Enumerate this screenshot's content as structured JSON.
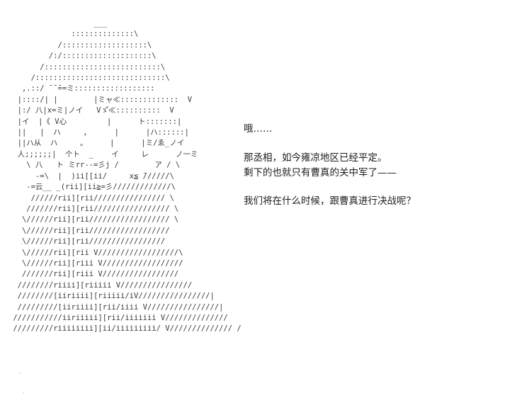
{
  "panel": {
    "kind": "ascii-art-story-panel",
    "background_color": "#ffffff",
    "art_color": "#3a3a3a",
    "text_color": "#1c1c1c"
  },
  "ascii_art": {
    "name": "character-portrait-aa",
    "description": "Shift-JIS style ASCII art of a seated female character in a long dress",
    "content": "                   ___\n              ::::::::::::::\\\n           /:::::::::::::::::::\\\n         /:/::::::::::::::::::::\\\n       /::::::::::::::::::::::::::\\\n     /:::::::::::::::::::::::::::::\\\n   ,.::/ ̄ ̄ ̄==ミ::::::::::::::::::\n  |::::/| |        |ミャ≪:::::::::::::  V\n  |:/ 八|x=ミ|ノイ   Vゞ゚≪::::::::::  V\n  |イ  |《 V心         |      ト:::::::|\n  ||   |  ハ     ,      |      |ハ::::::|\n  ||ハ从  ハ     。     |      |ミ/ゑ_ノイ\n  人;;;;;;|  个ト  _    イ     レ      ノ一ミ\n    \\ 八   ト ミrr‐‐=彡j /        ア / \\\n      ‐=\\  |  )ii[[ii/     x≦ ̄//////\\\n    ‐=云__ _(rii][ii≧=彡/////////////\\\n     //////rii][rii//////////////// \\\n    ///////rii][rii///////////////// \\\n   \\//////rii][rii////////////////// \\\n   \\//////rii][rii//////////////////\n   \\//////rii][rii/////////////////\n   \\//////rii][rii V//////////////////\\\n   \\//////rii][riii V//////////////////\n   ///////rii][riii V/////////////////\n  ////////riiii][riiiii V////////////////\n  ////////[iiriiii][riiiii/iV////////////////|\n  /////////[iiriiii][rii/iiii V////////////////|\n ///////////iiriiiii][rii/iiiiiii V//////////////\n /////////riiiiiiii][ii/iiiiiiiii/ V////////////// /"
  },
  "dialogue": {
    "name": "character-dialogue",
    "lines": [
      "哦……",
      "那丞相，如今雍凉地区已经平定。",
      "剩下的也就只有曹真的关中军了——",
      "我们将在什么时候，跟曹真进行决战呢？"
    ]
  },
  "speckles": {
    "mark_1": "·",
    "mark_2": "·",
    "mark_3": "·",
    "mark_4": "·"
  }
}
